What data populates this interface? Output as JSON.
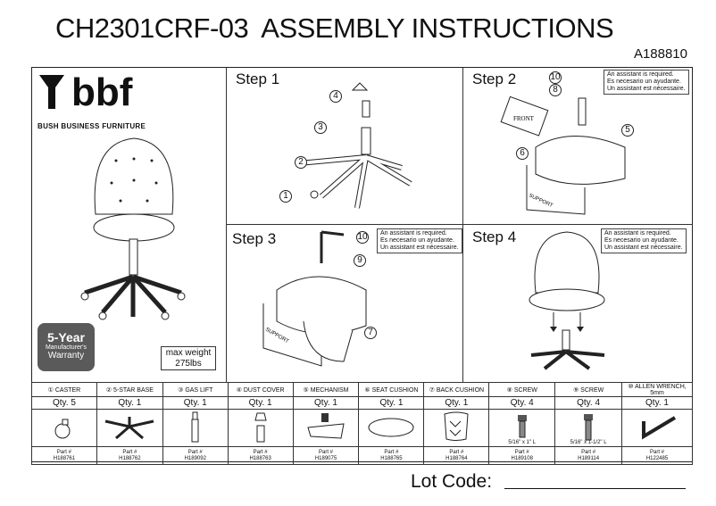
{
  "header": {
    "model": "CH2301CRF-03",
    "title": "ASSEMBLY INSTRUCTIONS",
    "doc_number": "A188810"
  },
  "brand": {
    "logo_text": "bbf",
    "name": "BUSH BUSINESS FURNITURE"
  },
  "warranty": {
    "years": "5-Year",
    "line2": "Manufacturer's",
    "line3": "Warranty"
  },
  "max_weight": {
    "label": "max weight",
    "value": "275lbs"
  },
  "steps": [
    {
      "label": "Step 1"
    },
    {
      "label": "Step 2",
      "note": [
        "An assistant is required.",
        "Es necesario un ayudante.",
        "Un assistant est nécessaire."
      ]
    },
    {
      "label": "Step 3",
      "note": [
        "An assistant is required.",
        "Es necesario un ayudante.",
        "Un assistant est nécessaire."
      ]
    },
    {
      "label": "Step 4",
      "note": [
        "An assistant is required.",
        "Es necesario un ayudante.",
        "Un assistant est nécessaire."
      ]
    }
  ],
  "callouts": [
    "1",
    "2",
    "3",
    "4",
    "5",
    "6",
    "7",
    "8",
    "9",
    "10"
  ],
  "diagram_text": {
    "front": "FRONT",
    "support": "SUPPORT"
  },
  "parts": [
    {
      "num": "①",
      "name": "CASTER",
      "qty": "Qty. 5",
      "part_label": "Part #",
      "part": "H188761"
    },
    {
      "num": "②",
      "name": "5-STAR BASE",
      "qty": "Qty. 1",
      "part_label": "Part #",
      "part": "H188762"
    },
    {
      "num": "③",
      "name": "GAS LIFT",
      "qty": "Qty. 1",
      "part_label": "Part #",
      "part": "H189092"
    },
    {
      "num": "④",
      "name": "DUST COVER",
      "qty": "Qty. 1",
      "part_label": "Part #",
      "part": "H188763"
    },
    {
      "num": "⑤",
      "name": "MECHANISM",
      "qty": "Qty. 1",
      "part_label": "Part #",
      "part": "H189075"
    },
    {
      "num": "⑥",
      "name": "SEAT CUSHION",
      "qty": "Qty. 1",
      "part_label": "Part #",
      "part": "H188765"
    },
    {
      "num": "⑦",
      "name": "BACK CUSHION",
      "qty": "Qty. 1",
      "part_label": "Part #",
      "part": "H188764"
    },
    {
      "num": "⑧",
      "name": "SCREW",
      "qty": "Qty. 4",
      "size": "5/16\" x 1\" L",
      "part_label": "Part #",
      "part": "H189108"
    },
    {
      "num": "⑨",
      "name": "SCREW",
      "qty": "Qty. 4",
      "size": "5/16\" x 1-1/2\" L",
      "part_label": "Part #",
      "part": "H189114"
    },
    {
      "num": "⑩",
      "name": "ALLEN WRENCH, 5mm",
      "qty": "Qty. 1",
      "part_label": "Part #",
      "part": "H122485"
    }
  ],
  "footer": {
    "lot_code_label": "Lot Code:"
  }
}
